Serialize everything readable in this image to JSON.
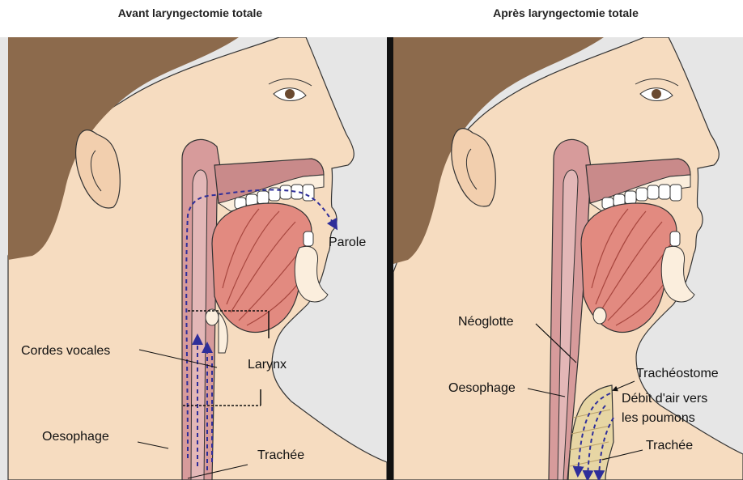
{
  "titles": {
    "before": "Avant laryngectomie totale",
    "after": "Après laryngectomie totale"
  },
  "labels_before": {
    "speech": "Parole",
    "vocal_cords": "Cordes vocales",
    "larynx": "Larynx",
    "esophagus": "Oesophage",
    "trachea": "Trachée"
  },
  "labels_after": {
    "neoglottis": "Néoglotte",
    "tracheostoma": "Trachéostome",
    "esophagus": "Oesophage",
    "airflow_line1": "Débit d'air vers",
    "airflow_line2": "les poumons",
    "trachea": "Trachée"
  },
  "colors": {
    "background": "#e6e6e6",
    "hair": "#8c6a4c",
    "skin": "#f6dcc0",
    "tissue": "#d79b9b",
    "tongue": "#e28a80",
    "airway": "#e3b7b7",
    "trachea_after": "#e7d6a4",
    "arrow": "#2e2e9a"
  }
}
